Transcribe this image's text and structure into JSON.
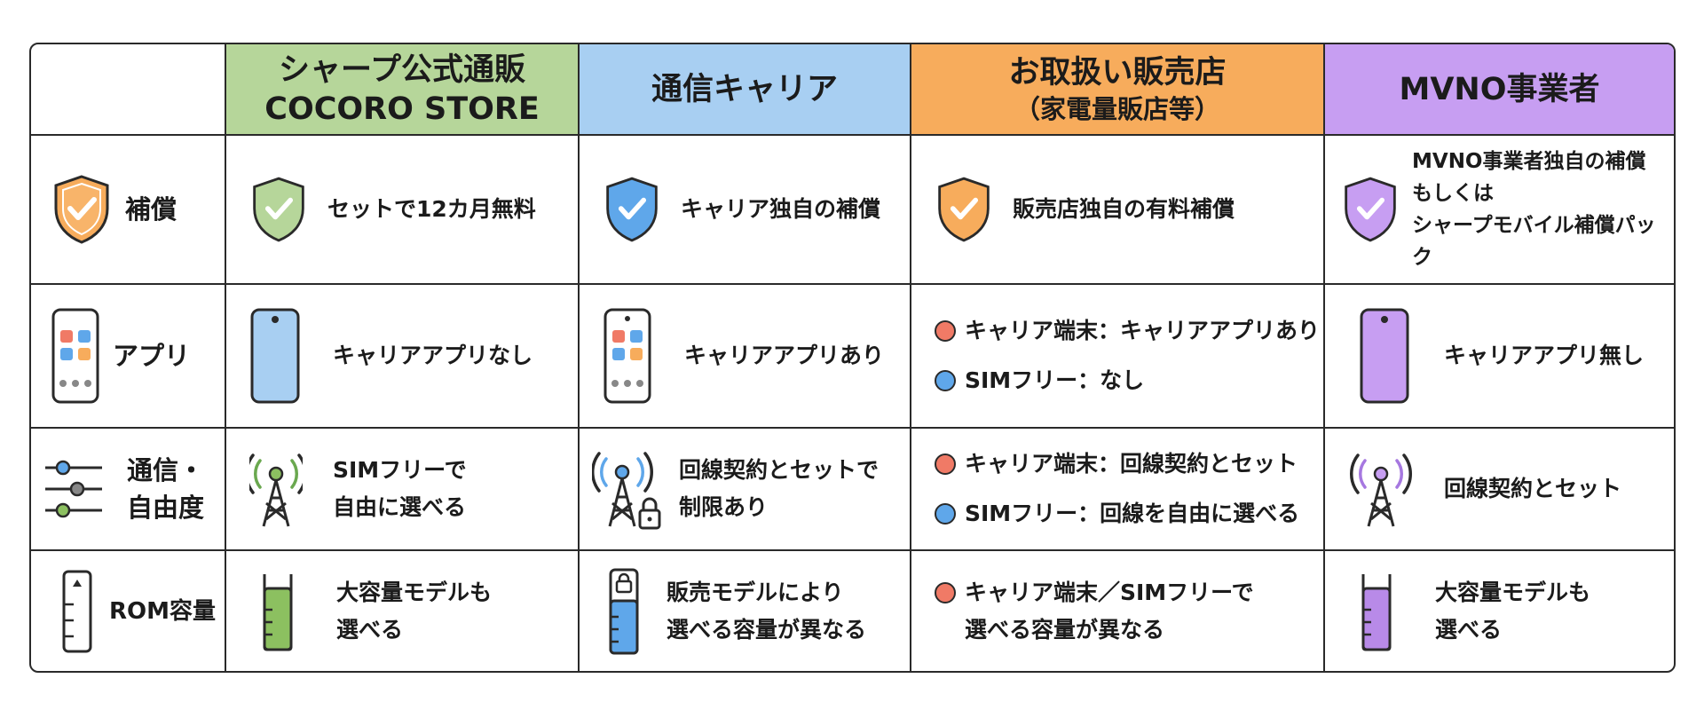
{
  "colors": {
    "green": "#b6d69a",
    "blue": "#a8cff2",
    "orange": "#f7ac5c",
    "purple": "#c79ef2",
    "red_dot": "#f07a66",
    "blue_dot": "#5fa7ea"
  },
  "header": {
    "col1": {
      "line1": "シャープ公式通販",
      "line2": "COCORO STORE"
    },
    "col2": {
      "line1": "通信キャリア"
    },
    "col3": {
      "line1": "お取扱い販売店",
      "line2": "（家電量販店等）"
    },
    "col4": {
      "line1": "MVNO事業者"
    }
  },
  "rows": {
    "warranty": {
      "label": "補償",
      "icon": "shield-check-icon",
      "c1": "セットで12カ月無料",
      "c2": "キャリア独自の補償",
      "c3": "販売店独自の有料補償",
      "c4": "MVNO事業者独自の補償\nもしくは\nシャープモバイル補償パック"
    },
    "apps": {
      "label": "アプリ",
      "icon": "smartphone-apps-icon",
      "c1": "キャリアアプリなし",
      "c2": "キャリアアプリあり",
      "c3_a": "キャリア端末：キャリアアプリあり",
      "c3_b": "SIMフリー：なし",
      "c4": "キャリアアプリ無し"
    },
    "freedom": {
      "label": "通信・\n自由度",
      "icon": "sliders-icon",
      "c1": "SIMフリーで\n自由に選べる",
      "c2": "回線契約とセットで\n制限あり",
      "c3_a": "キャリア端末：回線契約とセット",
      "c3_b": "SIMフリー：回線を自由に選べる",
      "c4": "回線契約とセット"
    },
    "rom": {
      "label": "ROM容量",
      "icon": "storage-gauge-icon",
      "c1": "大容量モデルも\n選べる",
      "c2": "販売モデルにより\n選べる容量が異なる",
      "c3_a": "キャリア端末／SIMフリーで\n選べる容量が異なる",
      "c4": "大容量モデルも\n選べる"
    }
  }
}
